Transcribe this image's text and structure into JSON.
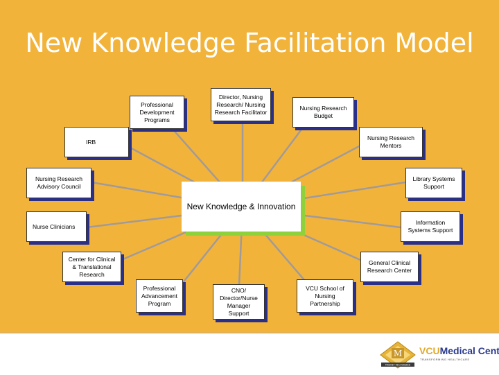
{
  "title": "New Knowledge Facilitation Model",
  "center": "New Knowledge & Innovation",
  "nodes": {
    "professional_development": "Professional Development Programs",
    "director": "Director, Nursing Research/ Nursing Research Facilitator",
    "nursing_research_budget": "Nursing Research Budget",
    "irb": "IRB",
    "nursing_research_mentors": "Nursing Research Mentors",
    "advisory_council": "Nursing Research Advisory Council",
    "library_systems": "Library Systems Support",
    "nurse_clinicians": "Nurse Clinicians",
    "information_systems": "Information Systems Support",
    "clinical_translational": "Center for Clinical & Translational Research",
    "general_clinical": "General Clinical Research Center",
    "professional_advancement": "Professional Advancement Program",
    "cno": "CNO/ Director/Nurse Manager Support",
    "vcu_school": "VCU School of Nursing Partnership"
  },
  "footer": {
    "logo_letter": "M",
    "logo_badge": "MAGNET RECOGNIZED",
    "brand_prefix": "VCU",
    "brand_name": "Medical Center",
    "tagline": "TRANSFORMING HEALTHCARE"
  },
  "colors": {
    "background": "#f2b33a",
    "node_shadow": "#2a2f8a",
    "center_shadow": "#8fd13a",
    "link": "#a09a9a"
  }
}
